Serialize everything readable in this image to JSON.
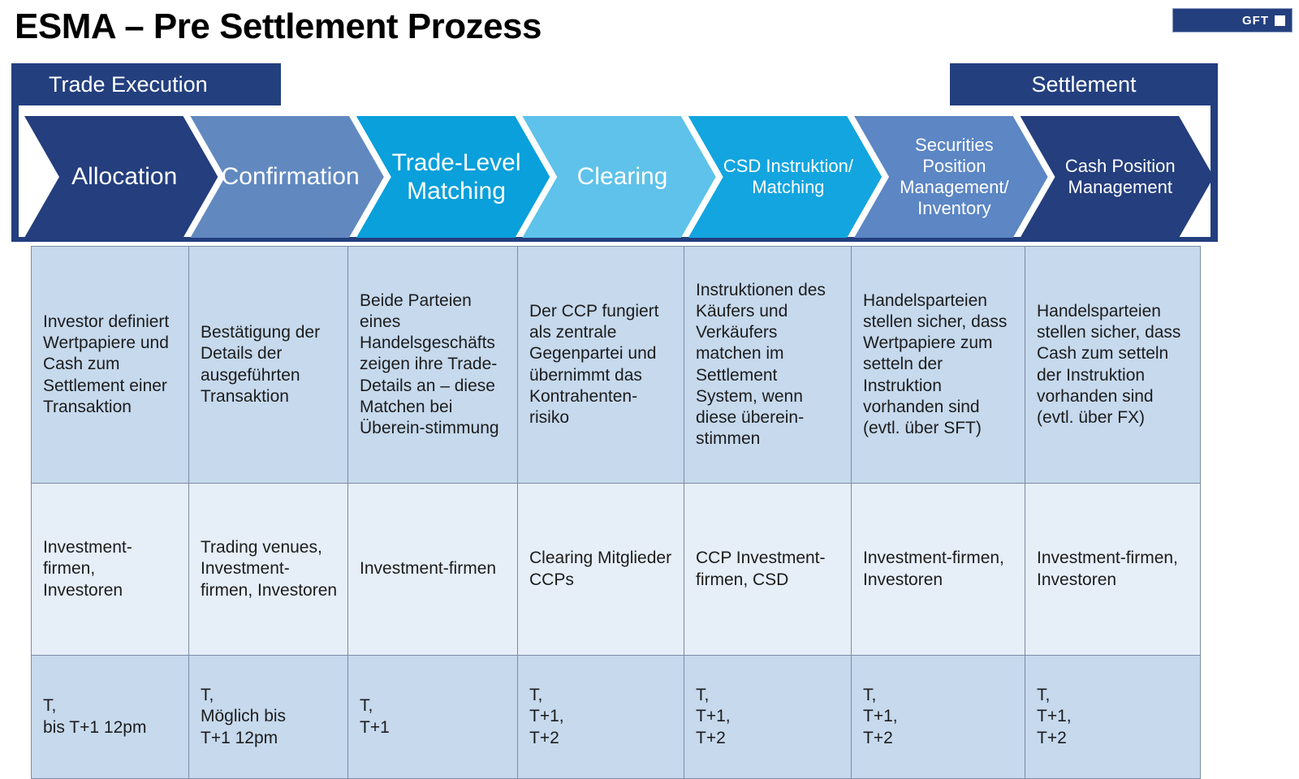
{
  "slide": {
    "title": "ESMA – Pre Settlement Prozess"
  },
  "logo": {
    "text": "GFT",
    "square_icon": "white-square-icon",
    "background_color": "#233F7E"
  },
  "phase_banners": [
    {
      "label": "Trade Execution",
      "color": "#233F7E"
    },
    {
      "label": "Settlement",
      "color": "#233F7E"
    }
  ],
  "colors": {
    "navy": "#233F7E",
    "medium_blue": "#6189c0",
    "cyan_blue": "#09a0db",
    "sky_blue": "#5ec2ea",
    "bright_blue": "#13a5df",
    "slate_blue": "#5c86c4",
    "row_shaded": "#c6d9ed",
    "row_light": "#e6eef8",
    "cell_border": "#7b8ba3",
    "text": "#1c1c1c"
  },
  "process_steps": [
    {
      "label": "Allocation",
      "color": "#243E7E",
      "font_size": "30px"
    },
    {
      "label": "Confirmation",
      "color": "#6189c0",
      "font_size": "30px"
    },
    {
      "label": "Trade-Level\nMatching",
      "color": "#09a0db",
      "font_size": "30px"
    },
    {
      "label": "Clearing",
      "color": "#5ec2ea",
      "font_size": "30px"
    },
    {
      "label": "CSD Instruktion/\nMatching",
      "color": "#13a5df",
      "font_size": "22px"
    },
    {
      "label": "Securities\nPosition\nManagement/\nInventory",
      "color": "#5c86c4",
      "font_size": "22px"
    },
    {
      "label": "Cash Position\nManagement",
      "color": "#243E7E",
      "font_size": "22px"
    }
  ],
  "table": {
    "rows": [
      {
        "name": "description",
        "cells": [
          "Investor definiert Wertpapiere und Cash zum Settlement einer Transaktion",
          "Bestätigung der Details der ausgeführten Transaktion",
          "Beide Parteien eines Handelsgeschäfts zeigen ihre Trade-Details an – diese Matchen bei Überein-stimmung",
          "Der CCP fungiert als zentrale Gegenpartei und übernimmt das Kontrahenten-risiko",
          "Instruktionen des Käufers und Verkäufers matchen im Settlement System, wenn diese überein-stimmen",
          "Handelsparteien stellen sicher, dass Wertpapiere zum setteln der Instruktion vorhanden sind (evtl. über SFT)",
          "Handelsparteien stellen sicher, dass Cash zum setteln der Instruktion vorhanden sind (evtl. über FX)"
        ]
      },
      {
        "name": "actors",
        "cells": [
          "Investment-firmen, Investoren",
          "Trading venues, Investment-firmen, Investoren",
          "Investment-firmen",
          "Clearing Mitglieder CCPs",
          "CCP Investment-firmen, CSD",
          "Investment-firmen, Investoren",
          "Investment-firmen, Investoren"
        ]
      },
      {
        "name": "timing",
        "cells": [
          "T,\nbis T+1 12pm",
          "T,\nMöglich bis\nT+1 12pm",
          "T,\nT+1",
          "T,\nT+1,\nT+2",
          "T,\nT+1,\nT+2",
          "T,\nT+1,\nT+2",
          "T,\nT+1,\nT+2"
        ]
      }
    ]
  }
}
